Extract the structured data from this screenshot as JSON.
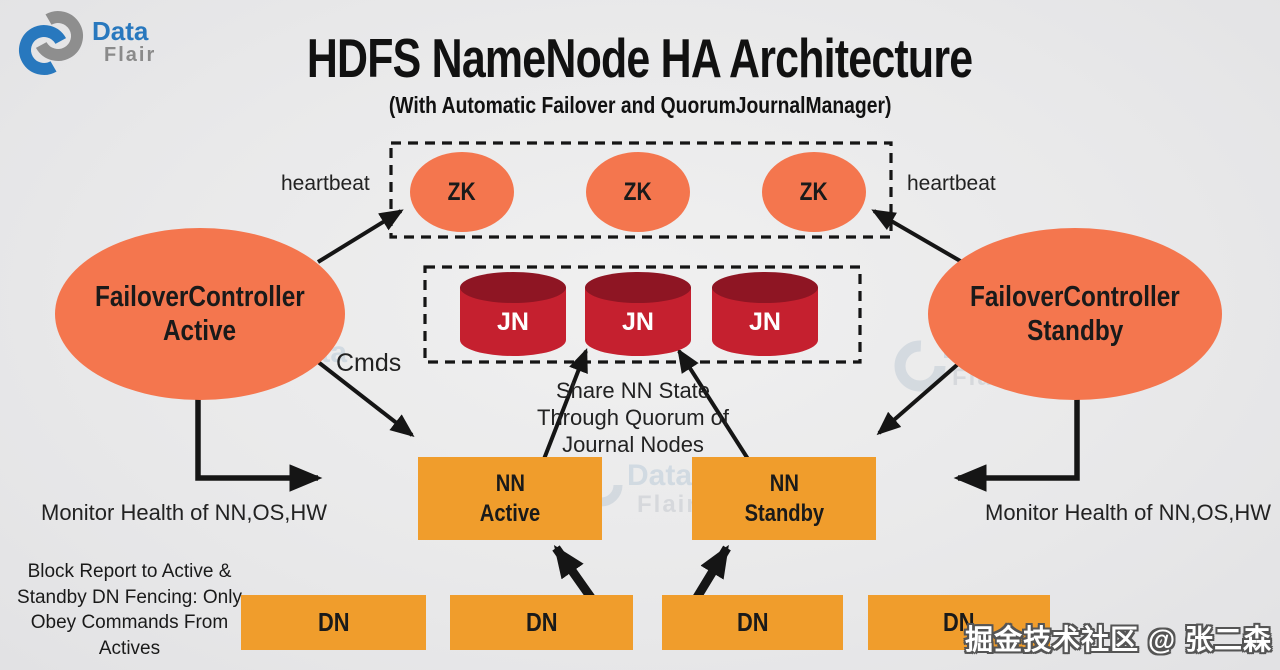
{
  "logo": {
    "word1": "Data",
    "word2": "Flair"
  },
  "header": {
    "title": "HDFS NameNode HA Architecture",
    "subtitle": "(With Automatic Failover and QuorumJournalManager)"
  },
  "colors": {
    "ellipse_fill": "#f4764e",
    "rect_fill": "#f09d2c",
    "cylinder_body": "#c5202f",
    "cylinder_top": "#8e1523",
    "background": "#e9e9ea",
    "arrow": "#151515",
    "logo_blue": "#2878be",
    "logo_gray": "#8a8a8a"
  },
  "zookeeper": {
    "nodes": [
      {
        "label": "ZK"
      },
      {
        "label": "ZK"
      },
      {
        "label": "ZK"
      }
    ]
  },
  "journal": {
    "nodes": [
      {
        "label": "JN"
      },
      {
        "label": "JN"
      },
      {
        "label": "JN"
      }
    ]
  },
  "failover_active": {
    "line1": "FailoverController",
    "line2": "Active"
  },
  "failover_standby": {
    "line1": "FailoverController",
    "line2": "Standby"
  },
  "namenode_active": {
    "line1": "NN",
    "line2": "Active"
  },
  "namenode_standby": {
    "line1": "NN",
    "line2": "Standby"
  },
  "datanodes": [
    {
      "label": "DN"
    },
    {
      "label": "DN"
    },
    {
      "label": "DN"
    },
    {
      "label": "DN"
    }
  ],
  "labels": {
    "heartbeat_left": "heartbeat",
    "heartbeat_right": "heartbeat",
    "cmds": "Cmds",
    "share_lines": [
      "Share NN State",
      "Through Quorum of",
      "Journal Nodes"
    ],
    "monitor_left": "Monitor Health of NN,OS,HW",
    "monitor_right": "Monitor Health of NN,OS,HW",
    "block_report_lines": [
      "Block Report to Active &",
      "Standby DN Fencing: Only",
      "Obey Commands From",
      "Actives"
    ],
    "cjk_watermark": "掘金技术社区 @ 张二森"
  }
}
